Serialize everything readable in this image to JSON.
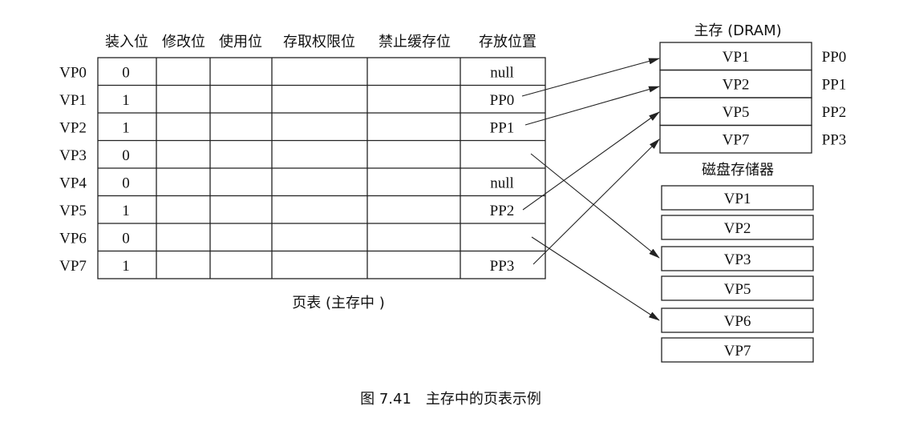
{
  "table": {
    "headers": [
      "装入位",
      "修改位",
      "使用位",
      "存取权限位",
      "禁止缓存位",
      "存放位置"
    ],
    "rows": [
      {
        "vp": "VP0",
        "load": "0",
        "location": "null"
      },
      {
        "vp": "VP1",
        "load": "1",
        "location": "PP0"
      },
      {
        "vp": "VP2",
        "load": "1",
        "location": "PP1"
      },
      {
        "vp": "VP3",
        "load": "0",
        "location": ""
      },
      {
        "vp": "VP4",
        "load": "0",
        "location": "null"
      },
      {
        "vp": "VP5",
        "load": "1",
        "location": "PP2"
      },
      {
        "vp": "VP6",
        "load": "0",
        "location": ""
      },
      {
        "vp": "VP7",
        "load": "1",
        "location": "PP3"
      }
    ],
    "caption": "页表 (主存中 )"
  },
  "dram": {
    "title": "主存 (DRAM)",
    "pages": [
      {
        "content": "VP1",
        "pp": "PP0"
      },
      {
        "content": "VP2",
        "pp": "PP1"
      },
      {
        "content": "VP5",
        "pp": "PP2"
      },
      {
        "content": "VP7",
        "pp": "PP3"
      }
    ]
  },
  "disk": {
    "title": "磁盘存储器",
    "pages": [
      "VP1",
      "VP2",
      "VP3",
      "VP5",
      "VP6",
      "VP7"
    ]
  },
  "figure_caption": "图 7.41　主存中的页表示例"
}
